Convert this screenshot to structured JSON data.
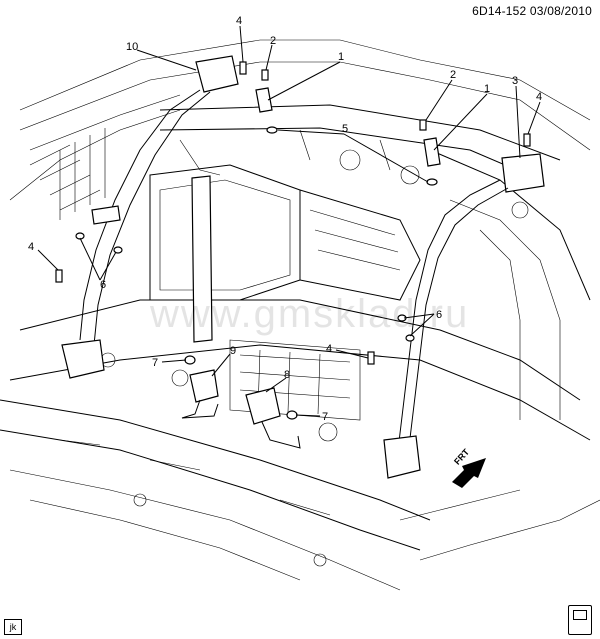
{
  "header": {
    "code": "6D14-152 03/08/2010"
  },
  "watermark": "www.gmsklad.ru",
  "corner_label": "jk",
  "direction_label": "FRT",
  "callouts": [
    {
      "id": "c4a",
      "label": "4"
    },
    {
      "id": "c10",
      "label": "10"
    },
    {
      "id": "c2a",
      "label": "2"
    },
    {
      "id": "c1a",
      "label": "1"
    },
    {
      "id": "c2b",
      "label": "2"
    },
    {
      "id": "c3",
      "label": "3"
    },
    {
      "id": "c1b",
      "label": "1"
    },
    {
      "id": "c4b",
      "label": "4"
    },
    {
      "id": "c5",
      "label": "5"
    },
    {
      "id": "c4c",
      "label": "4"
    },
    {
      "id": "c6a",
      "label": "6"
    },
    {
      "id": "c6b",
      "label": "6"
    },
    {
      "id": "c4d",
      "label": "4"
    },
    {
      "id": "c7a",
      "label": "7"
    },
    {
      "id": "c9",
      "label": "9"
    },
    {
      "id": "c8",
      "label": "8"
    },
    {
      "id": "c7b",
      "label": "7"
    }
  ]
}
